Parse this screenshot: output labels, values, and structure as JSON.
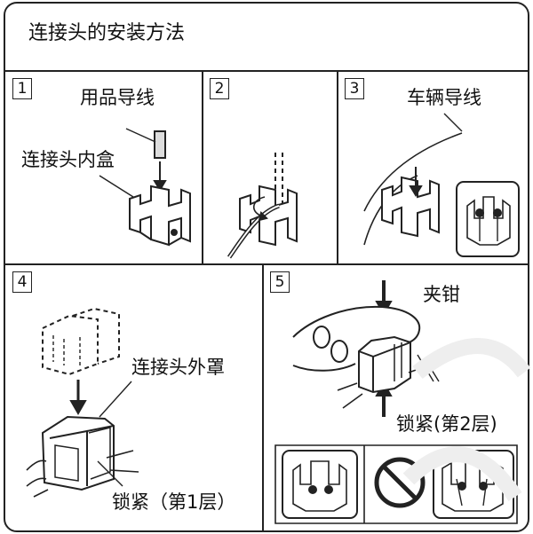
{
  "title": "连接头的安装方法",
  "panels": [
    {
      "number": "1",
      "labels": {
        "wire": "用品导线",
        "inner_box": "连接头内盒"
      }
    },
    {
      "number": "2"
    },
    {
      "number": "3",
      "labels": {
        "wire": "车辆导线"
      }
    },
    {
      "number": "4",
      "labels": {
        "cover": "连接头外罩",
        "lock": "锁紧（第1层）"
      }
    },
    {
      "number": "5",
      "labels": {
        "pliers": "夹钳",
        "lock": "锁紧(第2层)"
      }
    }
  ],
  "icons": [
    "connector-inset-ok",
    "prohibited-icon",
    "connector-inset-bad"
  ]
}
